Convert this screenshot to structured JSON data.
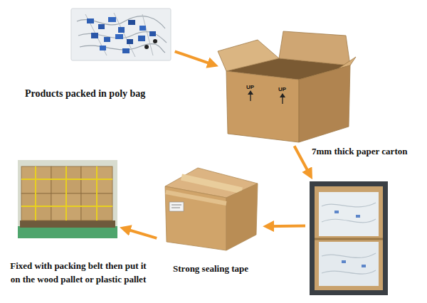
{
  "diagram": {
    "nodes": [
      {
        "text": [
          "Products packed in poly bag"
        ]
      },
      {
        "text": [
          "UP",
          "UP"
        ]
      },
      {
        "text": [
          "7mm thick paper carton"
        ]
      },
      {
        "text": [
          "Strong sealing tape"
        ]
      },
      {
        "text": [
          "Fixed with packing belt then put it on the wood pallet or plastic pallet"
        ]
      }
    ],
    "edges": [
      {
        "from": 0,
        "to": 1,
        "arrow": "to"
      },
      {
        "from": 1,
        "to": 2,
        "arrow": "to"
      },
      {
        "from": 2,
        "to": 3,
        "arrow": "to"
      },
      {
        "from": 3,
        "to": 4,
        "arrow": "to"
      }
    ]
  }
}
